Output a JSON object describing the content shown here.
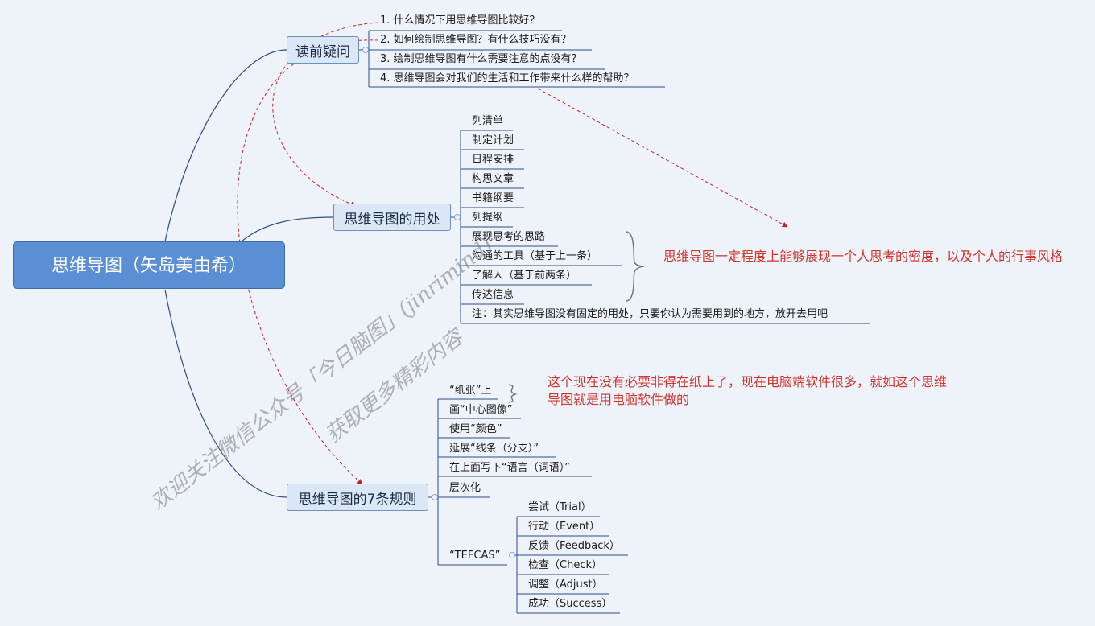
{
  "root": {
    "label": "思维导图（矢岛美由希）"
  },
  "branches": {
    "questions": {
      "label": "读前疑问",
      "items": [
        "1. 什么情况下用思维导图比较好？",
        "2. 如何绘制思维导图？有什么技巧没有？",
        "3. 绘制思维导图有什么需要注意的点没有？",
        "4. 思维导图会对我们的生活和工作带来什么样的帮助？"
      ]
    },
    "uses": {
      "label": "思维导图的用处",
      "items": [
        "列清单",
        "制定计划",
        "日程安排",
        "构思文章",
        "书籍纲要",
        "列提纲",
        "展现思考的思路",
        "沟通的工具（基于上一条）",
        "了解人（基于前两条）",
        "传达信息",
        "注：其实思维导图没有固定的用处，只要你认为需要用到的地方，放开去用吧"
      ],
      "note": "思维导图一定程度上能够展现一个人思考的密度，以及个人的行事风格"
    },
    "rules": {
      "label": "思维导图的7条规则",
      "items": [
        "“纸张”上",
        "画“中心图像”",
        "使用“颜色”",
        "延展“线条（分支）”",
        "在上面写下“语言（词语）”",
        "层次化",
        "“TEFCAS”"
      ],
      "note": "这个现在没有必要非得在纸上了，现在电脑端软件很多，就如这个思维导图就是用电脑软件做的",
      "tefcas": [
        "尝试（Trial）",
        "行动（Event）",
        "反馈（Feedback）",
        "检查（Check）",
        "调整（Adjust）",
        "成功（Success）"
      ]
    }
  },
  "watermark": {
    "line1": "欢迎关注微信公众号「今日脑图」(jinrimind)",
    "line2": "获取更多精彩内容"
  },
  "colors": {
    "root": "#5b8fd4",
    "branch": "#dbe6f6",
    "note": "#d2342c",
    "relation": "#cc2222",
    "line": "#2e4e86"
  }
}
